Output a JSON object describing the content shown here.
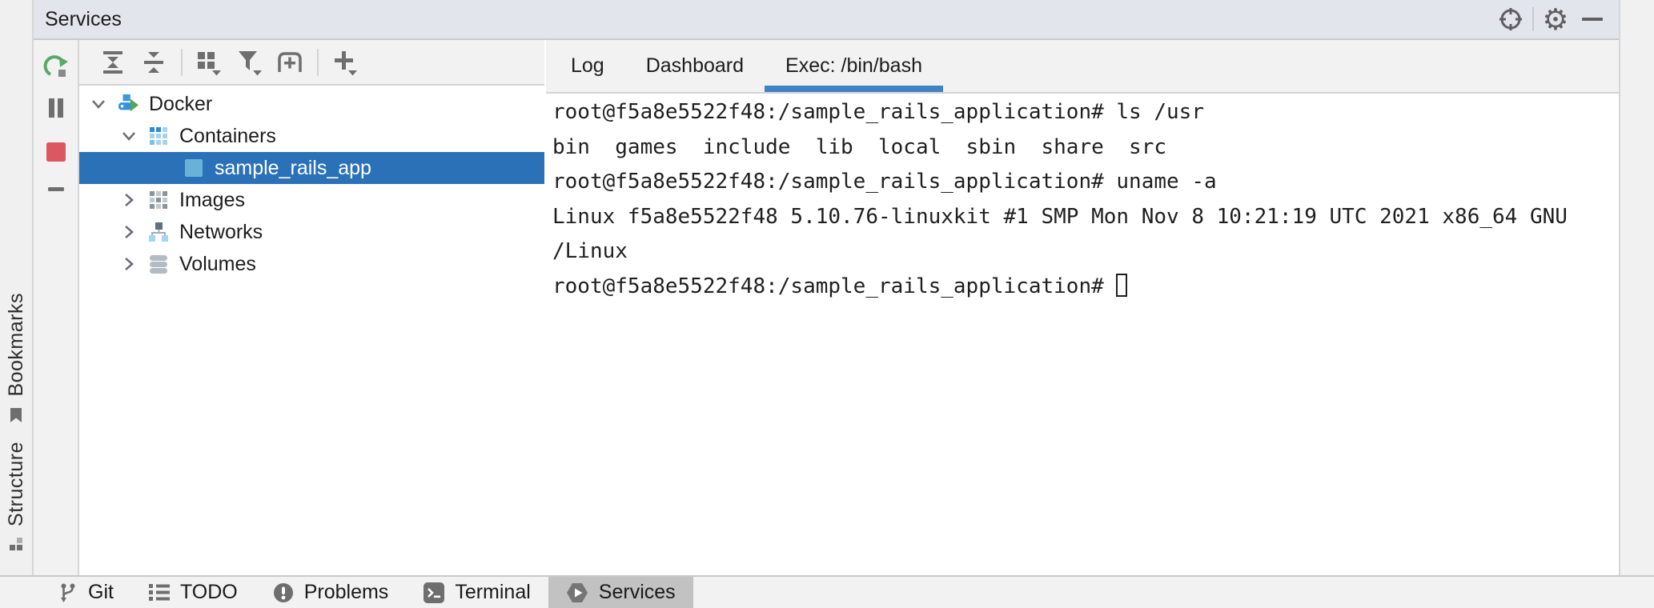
{
  "title_bar": {
    "title": "Services"
  },
  "left_stripe": {
    "bookmarks_label": "Bookmarks",
    "structure_label": "Structure"
  },
  "toolbar_icons": [
    "refresh",
    "expand-all",
    "collapse-all",
    "view-options",
    "filter",
    "add-service-pattern",
    "add"
  ],
  "left_column_icons": [
    "pause",
    "stop",
    "remove"
  ],
  "tree": {
    "items": [
      {
        "label": "Docker",
        "level": 0,
        "expanded": true,
        "icon": "docker"
      },
      {
        "label": "Containers",
        "level": 1,
        "expanded": true,
        "icon": "containers"
      },
      {
        "label": "sample_rails_app",
        "level": 2,
        "selected": true,
        "icon": "container-running"
      },
      {
        "label": "Images",
        "level": 1,
        "expanded": false,
        "icon": "images"
      },
      {
        "label": "Networks",
        "level": 1,
        "expanded": false,
        "icon": "networks"
      },
      {
        "label": "Volumes",
        "level": 1,
        "expanded": false,
        "icon": "volumes"
      }
    ]
  },
  "tabs": {
    "items": [
      {
        "label": "Log",
        "active": false
      },
      {
        "label": "Dashboard",
        "active": false
      },
      {
        "label": "Exec: /bin/bash",
        "active": true
      }
    ]
  },
  "terminal": {
    "lines": [
      "root@f5a8e5522f48:/sample_rails_application# ls /usr",
      "bin  games  include  lib  local  sbin  share  src",
      "root@f5a8e5522f48:/sample_rails_application# uname -a",
      "Linux f5a8e5522f48 5.10.76-linuxkit #1 SMP Mon Nov 8 10:21:19 UTC 2021 x86_64 GNU",
      "/Linux",
      "root@f5a8e5522f48:/sample_rails_application# "
    ],
    "cursor": "block-outline"
  },
  "bottom_bar": {
    "buttons": [
      {
        "label": "Git",
        "active": false
      },
      {
        "label": "TODO",
        "active": false
      },
      {
        "label": "Problems",
        "active": false
      },
      {
        "label": "Terminal",
        "active": false
      },
      {
        "label": "Services",
        "active": true
      }
    ]
  },
  "colors": {
    "title_bar_bg": "#e2e5ec",
    "panel_bg": "#f2f2f2",
    "selection_blue": "#2b71b8",
    "tab_underline_blue": "#4083c4",
    "stop_red": "#db5860",
    "refresh_green": "#59a869",
    "icon_gray": "#6e6e6e",
    "active_button_bg": "#c2c2c2",
    "docker_blue": "#2f93dd",
    "container_light_blue": "#6ab1d8"
  }
}
